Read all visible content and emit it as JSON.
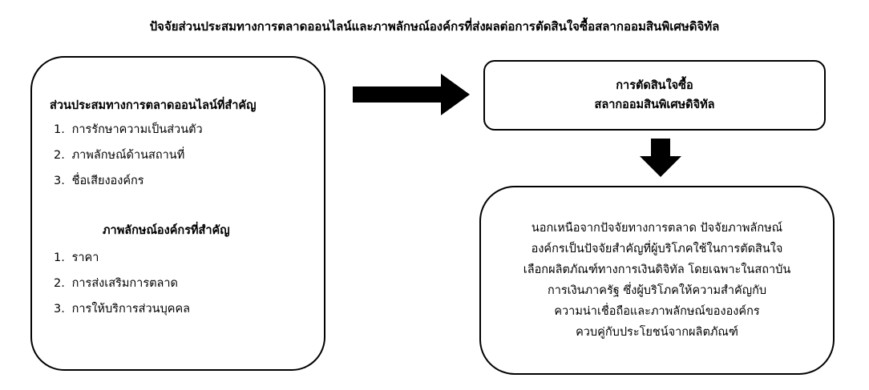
{
  "title": "ปัจจัยส่วนประสมทางการตลาดออนไลน์และภาพลักษณ์องค์กรที่ส่งผลต่อการตัดสินใจซื้อสลากออมสินพิเศษดิจิทัล",
  "left_box": {
    "section1": {
      "heading": "ส่วนประสมทางการตลาดออนไลน์ที่สำคัญ",
      "items": [
        {
          "num": "1.",
          "text": "การรักษาความเป็นส่วนตัว"
        },
        {
          "num": "2.",
          "text": "ภาพลักษณ์ด้านสถานที่"
        },
        {
          "num": "3.",
          "text": "ชื่อเสียงองค์กร"
        }
      ]
    },
    "section2": {
      "heading": "ภาพลักษณ์องค์กรที่สำคัญ",
      "items": [
        {
          "num": "1.",
          "text": "ราคา"
        },
        {
          "num": "2.",
          "text": "การส่งเสริมการตลาด"
        },
        {
          "num": "3.",
          "text": "การให้บริการส่วนบุคคล"
        }
      ]
    }
  },
  "decision_box": {
    "lines": [
      "การตัดสินใจซื้อ",
      "สลากออมสินพิเศษดิจิทัล"
    ]
  },
  "note_box": {
    "lines": [
      "นอกเหนือจากปัจจัยทางการตลาด ปัจจัยภาพลักษณ์",
      "องค์กรเป็นปัจจัยสำคัญที่ผู้บริโภคใช้ในการตัดสินใจ",
      "เลือกผลิตภัณฑ์ทางการเงินดิจิทัล โดยเฉพาะในสถาบัน",
      "การเงินภาครัฐ ซึ่งผู้บริโภคให้ความสำคัญกับ",
      "ความน่าเชื่อถือและภาพลักษณ์ขององค์กร",
      "ควบคู่กับประโยชน์จากผลิตภัณฑ์"
    ]
  },
  "colors": {
    "stroke": "#000000",
    "background": "#ffffff"
  },
  "icons": {
    "right_arrow": "right-arrow-icon",
    "down_arrow": "down-arrow-icon"
  }
}
